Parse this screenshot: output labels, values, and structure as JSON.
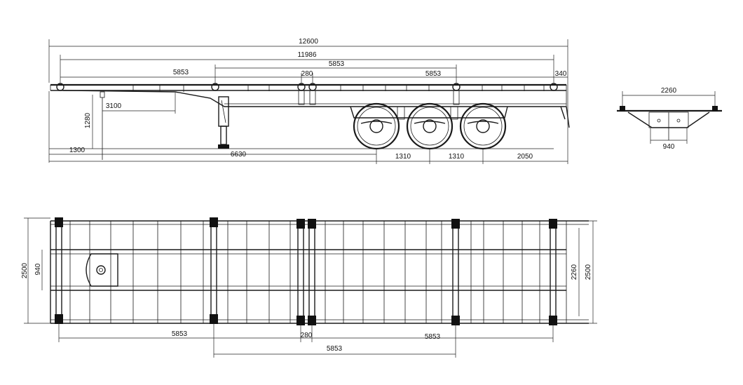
{
  "drawing": {
    "side_view": {
      "dimensions": {
        "overall_length": "12600",
        "frame_length": "11986",
        "front_pin_to_cross": "5853",
        "mid_cross_to_cross": "5853",
        "rear_cross_spacing": "5853",
        "pair_gap": "280",
        "rear_overhang": "340",
        "king_pin_offset": "3100",
        "coupling_height": "1280",
        "front_overhang": "1300",
        "landing_to_axle": "6630",
        "axle_spacing_1": "1310",
        "axle_spacing_2": "1310",
        "rear_axle_to_end": "2050"
      }
    },
    "end_view": {
      "dimensions": {
        "top_width": "2260",
        "beam_spacing": "940"
      }
    },
    "plan_view": {
      "dimensions": {
        "overall_width": "2500",
        "beam_spacing": "940",
        "lock_width": "2260",
        "overall_width_right": "2500",
        "lock_spacing_a": "5853",
        "lock_pair_gap": "280",
        "lock_spacing_b": "5853",
        "lock_spacing_c": "5853"
      }
    },
    "icons": [
      "twist-lock-icon",
      "wheel-icon",
      "king-pin-icon",
      "landing-gear-icon"
    ],
    "line_color": "#1a1a1a"
  }
}
